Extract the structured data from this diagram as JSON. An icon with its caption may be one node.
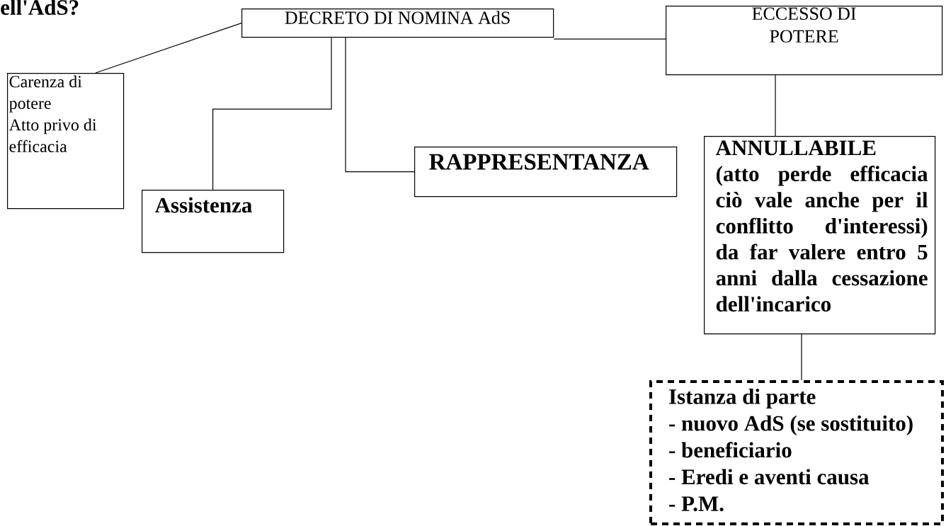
{
  "diagram": {
    "title": "ell'AdS?",
    "nodes": [
      {
        "text": [
          "DECRETO DI NOMINA AdS"
        ]
      },
      {
        "text": [
          "Carenza di potere",
          "Atto privo di efficacia"
        ]
      },
      {
        "text": [
          "Assistenza"
        ]
      },
      {
        "text": [
          "RAPPRESENTANZA"
        ]
      },
      {
        "text": [
          "ECCESSO DI POTERE"
        ]
      },
      {
        "text": [
          "ANNULLABILE",
          "(atto perde efficacia ciò vale anche per il conflitto d'interessi) da far valere entro 5 anni dalla cessazione dell'incarico"
        ]
      },
      {
        "text": [
          "Istanza di parte",
          "- nuovo AdS (se sostituito)",
          "- beneficiario",
          "- Eredi e aventi causa",
          "- P.M."
        ]
      }
    ],
    "edges": [
      {
        "from": 0,
        "to": 1,
        "arrow": "none"
      },
      {
        "from": 0,
        "to": 2,
        "arrow": "none"
      },
      {
        "from": 0,
        "to": 3,
        "arrow": "none"
      },
      {
        "from": 0,
        "to": 4,
        "arrow": "none"
      },
      {
        "from": 4,
        "to": 5,
        "arrow": "none"
      },
      {
        "from": 5,
        "to": 6,
        "arrow": "none"
      }
    ]
  }
}
